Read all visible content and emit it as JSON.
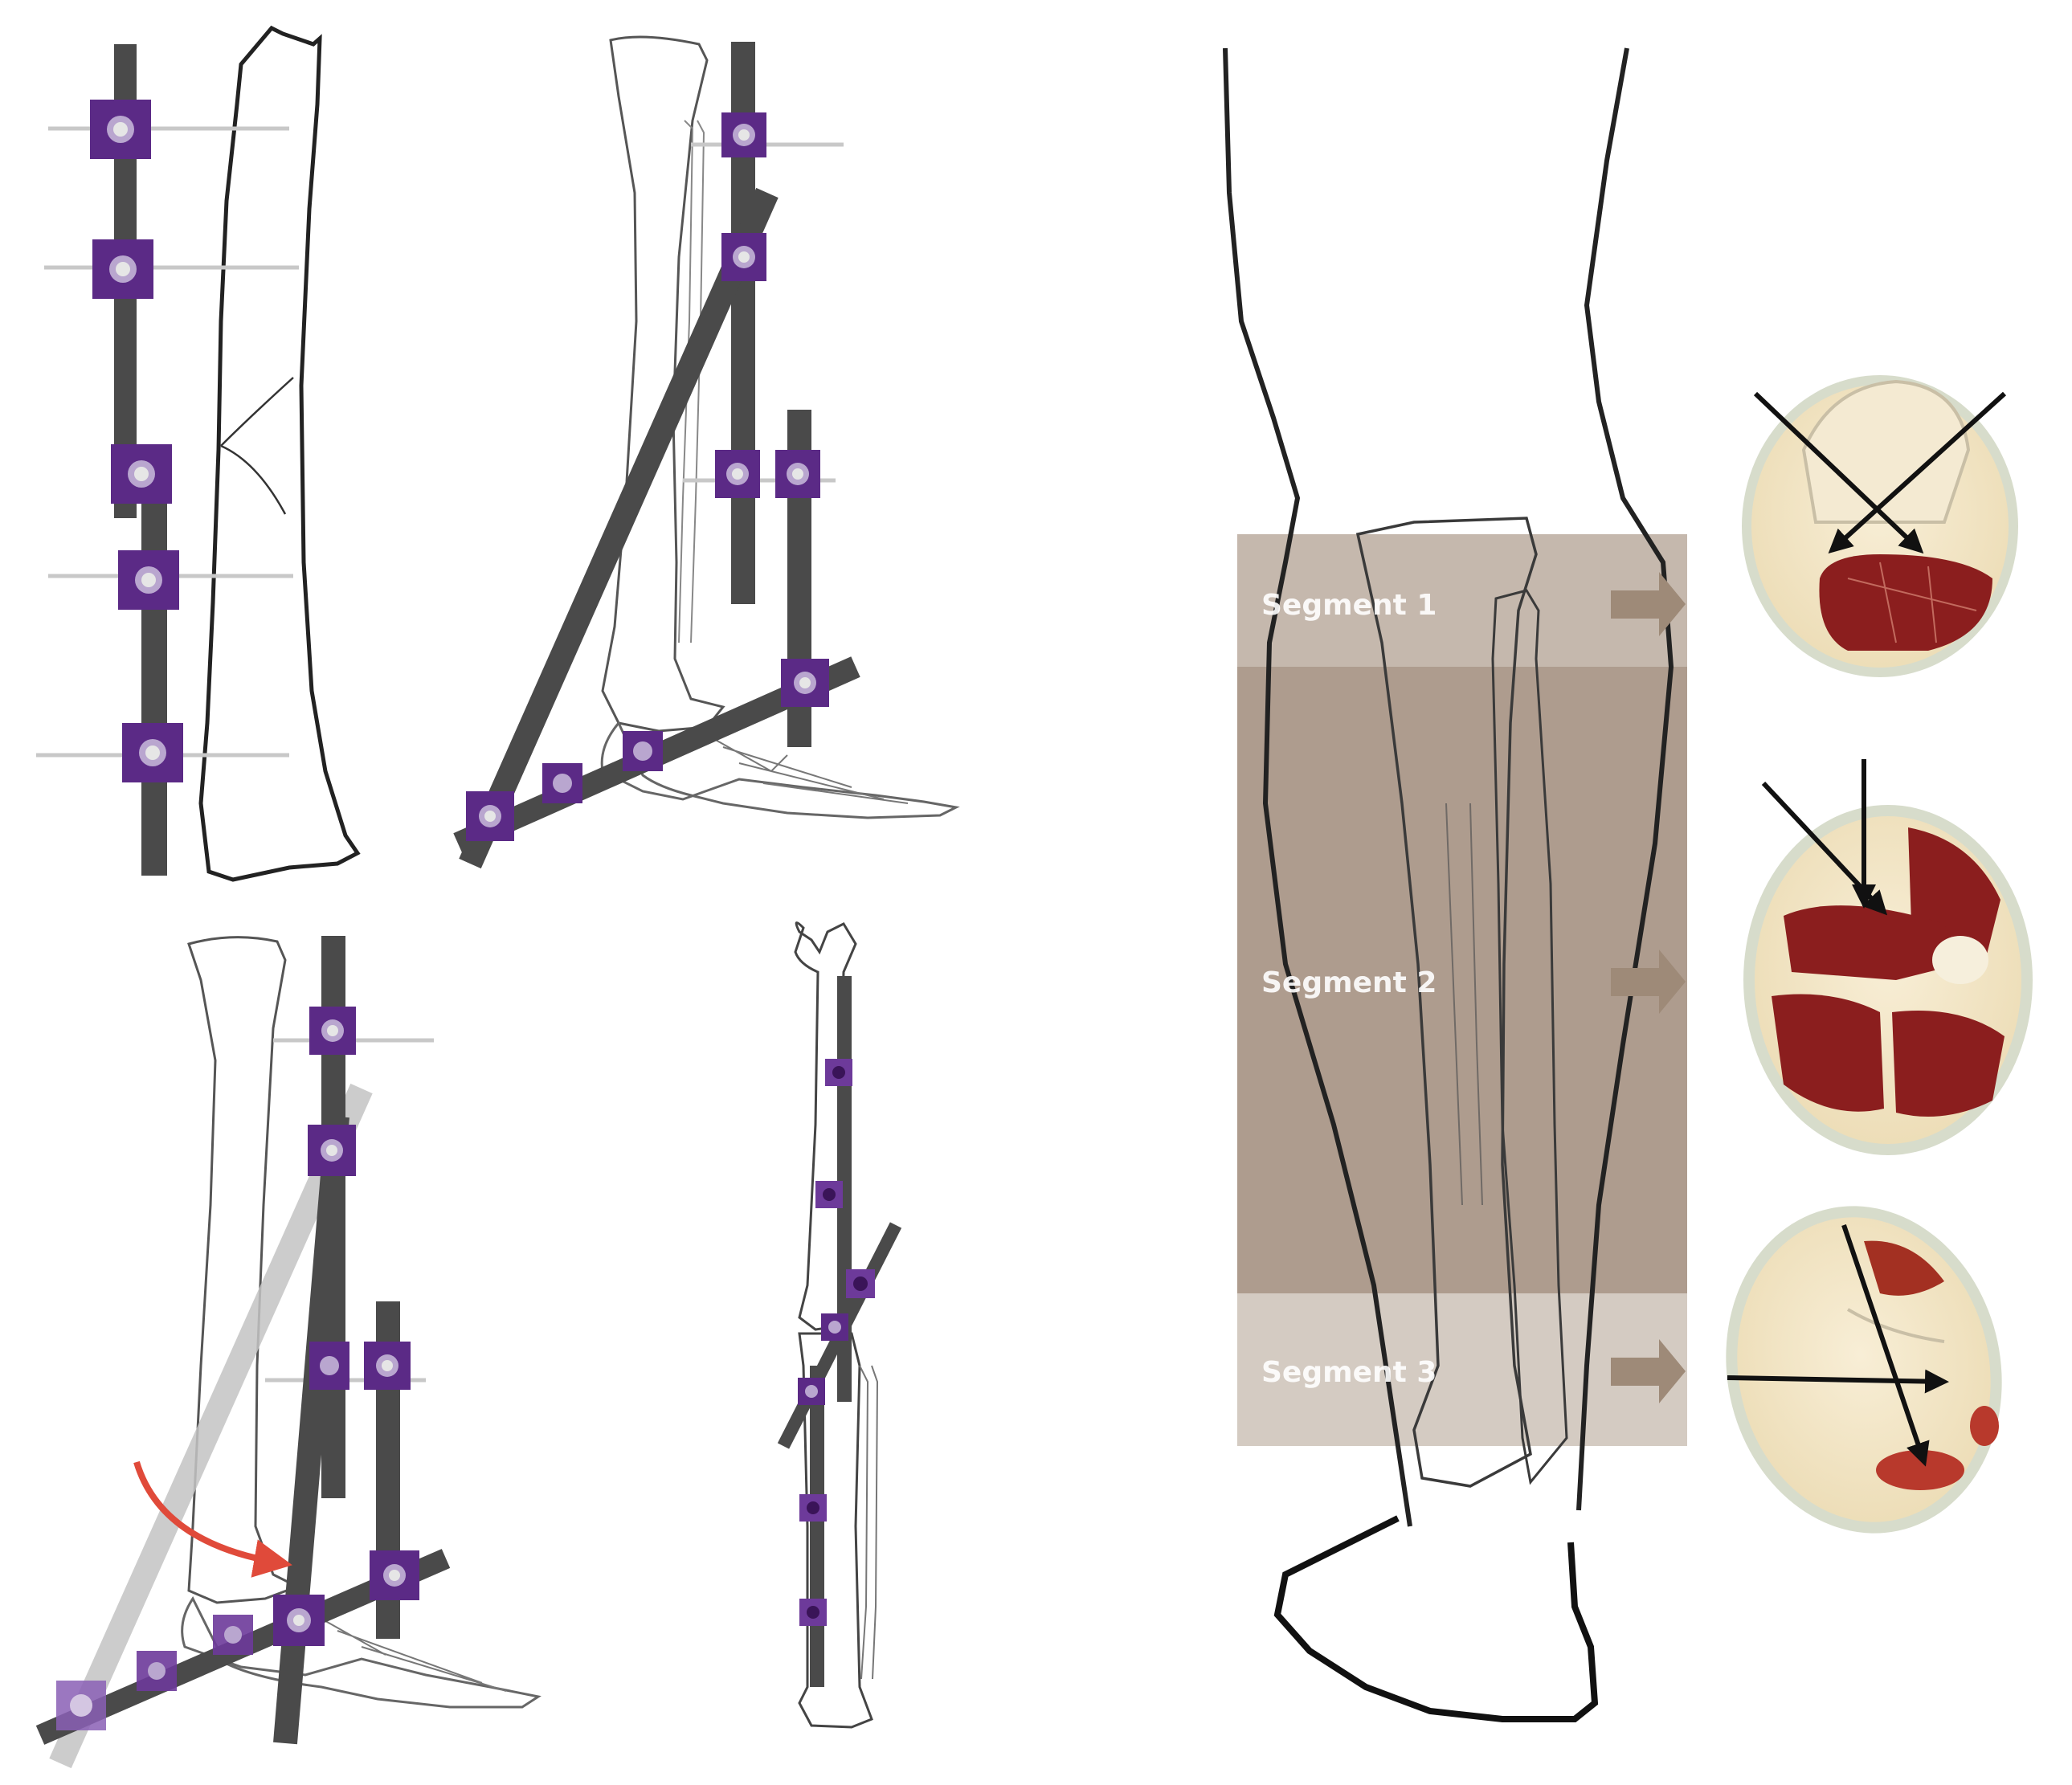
{
  "segments": [
    {
      "label": "Segment 1"
    },
    {
      "label": "Segment 2"
    },
    {
      "label": "Segment 3"
    }
  ],
  "colors": {
    "rod": "#4a4a4a",
    "rod_light": "#c4c4c4",
    "clamp": "#5b2a86",
    "clamp_ring": "#b9a6cf",
    "pin": "#c8c8c8",
    "bone_outline": "#222222",
    "segment1_band": "#b5a496",
    "segment2_band": "#9c8675",
    "segment3_band": "#cbbfb5",
    "band_arrow": "#9e8a78",
    "muscle": "#8b1e1e",
    "fat": "#f3e6c8",
    "skin": "#d7dccb",
    "rotation_arrow": "#e04a3a"
  },
  "icons": [
    "rotation-arrow-icon",
    "segment-arrow-icon",
    "target-arrow-icon"
  ]
}
